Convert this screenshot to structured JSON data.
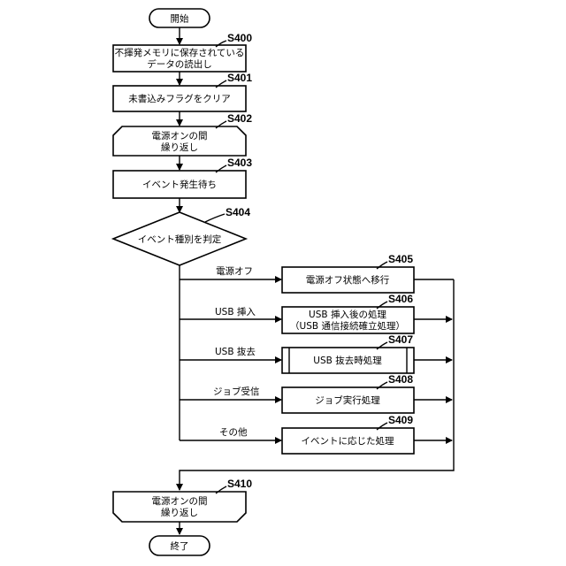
{
  "nodes": {
    "start": {
      "text": "開始"
    },
    "s400": {
      "label": "S400",
      "lines": [
        "不揮発メモリに保存されている",
        "データの読出し"
      ]
    },
    "s401": {
      "label": "S401",
      "lines": [
        "未書込みフラグをクリア"
      ]
    },
    "s402": {
      "label": "S402",
      "lines": [
        "電源オンの間",
        "繰り返し"
      ]
    },
    "s403": {
      "label": "S403",
      "lines": [
        "イベント発生待ち"
      ]
    },
    "s404": {
      "label": "S404",
      "lines": [
        "イベント種別を判定"
      ]
    },
    "s405": {
      "label": "S405",
      "lines": [
        "電源オフ状態へ移行"
      ]
    },
    "s406": {
      "label": "S406",
      "lines": [
        "USB 挿入後の処理",
        "（USB 通信接続確立処理）"
      ]
    },
    "s407": {
      "label": "S407",
      "lines": [
        "USB 抜去時処理"
      ]
    },
    "s408": {
      "label": "S408",
      "lines": [
        "ジョブ実行処理"
      ]
    },
    "s409": {
      "label": "S409",
      "lines": [
        "イベントに応じた処理"
      ]
    },
    "s410": {
      "label": "S410",
      "lines": [
        "電源オンの間",
        "繰り返し"
      ]
    },
    "end": {
      "text": "終了"
    }
  },
  "branches": {
    "power_off": "電源オフ",
    "usb_insert": "USB 挿入",
    "usb_remove": "USB 抜去",
    "job_received": "ジョブ受信",
    "other": "その他"
  }
}
